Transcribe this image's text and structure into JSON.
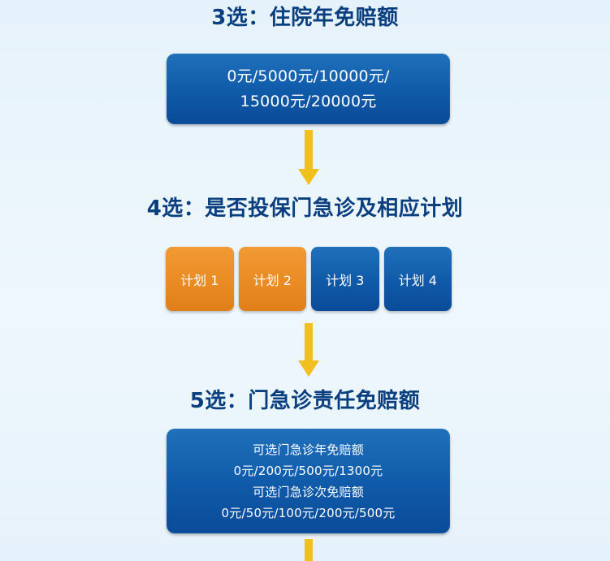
{
  "steps": {
    "step3": {
      "title": "3选：住院年免赔额",
      "options_line1": "0元/5000元/10000元/",
      "options_line2": "15000元/20000元"
    },
    "step4": {
      "title": "4选：是否投保门急诊及相应计划",
      "plans": [
        {
          "label": "计划 1",
          "color": "#e98a22"
        },
        {
          "label": "计划 2",
          "color": "#e98a22"
        },
        {
          "label": "计划 3",
          "color": "#0f5aa8"
        },
        {
          "label": "计划 4",
          "color": "#0f5aa8"
        }
      ]
    },
    "step5": {
      "title": "5选：门急诊责任免赔额",
      "line1": "可选门急诊年免赔额",
      "line2": "0元/200元/500元/1300元",
      "line3": "可选门急诊次免赔额",
      "line4": "0元/50元/100元/200元/500元"
    }
  },
  "colors": {
    "title_text": "#0a3f7f",
    "box_blue": "#0f5aa8",
    "plan_orange": "#e98a22",
    "arrow_yellow": "#f2c01e",
    "background": "#e6f2fb"
  },
  "icons": {
    "arrow": "arrow-down-icon"
  }
}
